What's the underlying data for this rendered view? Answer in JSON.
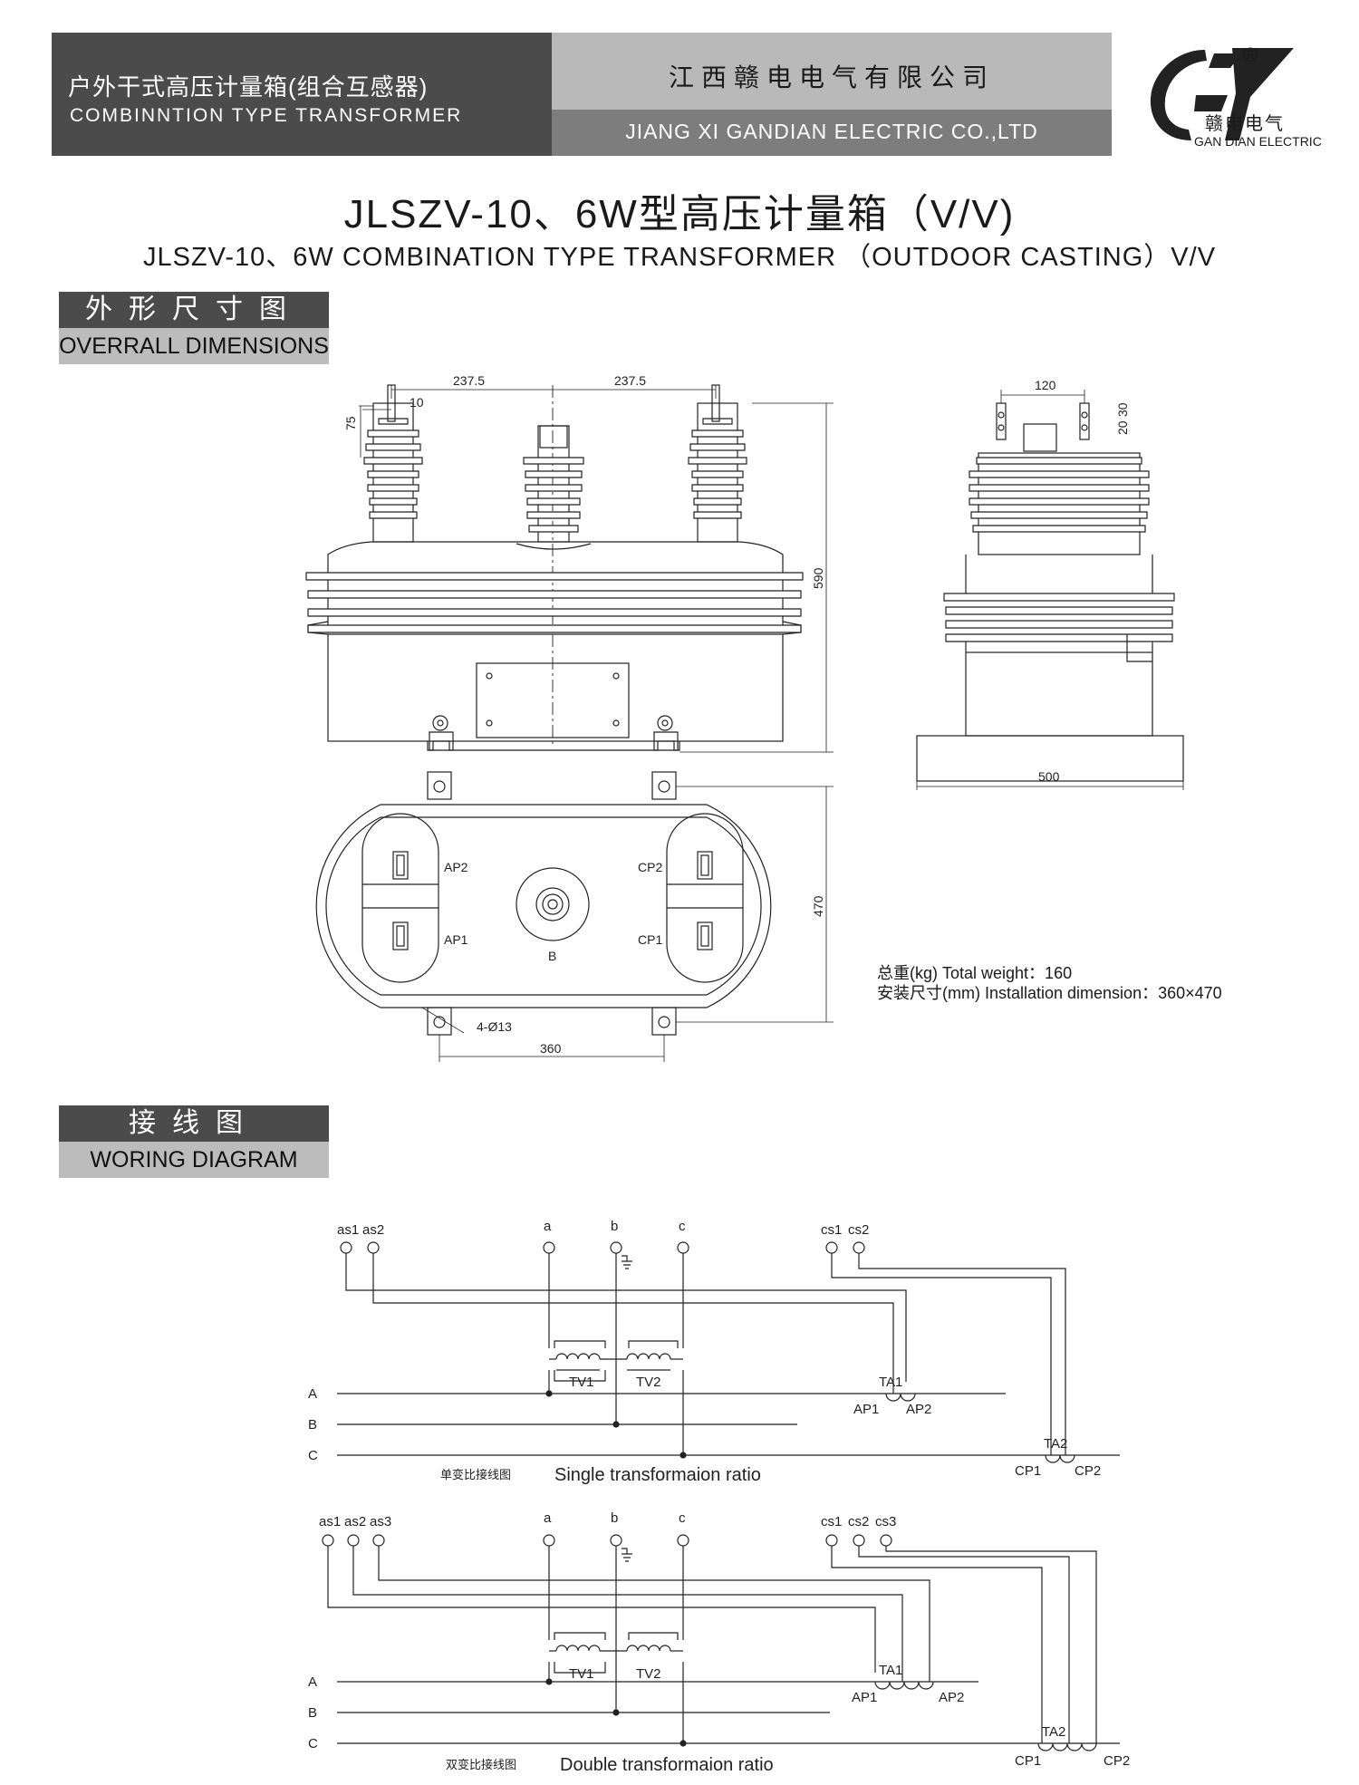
{
  "header": {
    "left_zh": "户外干式高压计量箱(组合互感器)",
    "left_en": "COMBINNTION TYPE TRANSFORMER",
    "company_zh": "江西赣电电气有限公司",
    "company_en": "JIANG XI GANDIAN ELECTRIC CO.,LTD",
    "logo_zh": "赣电电气",
    "logo_en": "GAN DIAN ELECTRIC",
    "logo_mark": "®"
  },
  "title": {
    "main": "JLSZV-10、6W型高压计量箱（V/V)",
    "sub": "JLSZV-10、6W COMBINATION TYPE TRANSFORMER （OUTDOOR CASTING）V/V"
  },
  "sections": {
    "dimensions_zh": "外形尺寸图",
    "dimensions_en": "OVERRALL DIMENSIONS",
    "wiring_zh": "接线图",
    "wiring_en": "WORING DIAGRAM"
  },
  "dimensions": {
    "d_237_left": "237.5",
    "d_237_right": "237.5",
    "d_10": "10",
    "d_75": "75",
    "d_590": "590",
    "d_120": "120",
    "d_30": "30",
    "d_20": "20",
    "d_500": "500",
    "d_470": "470",
    "d_360": "360",
    "hole": "4-Ø13",
    "ap2": "AP2",
    "ap1": "AP1",
    "cp2": "CP2",
    "cp1": "CP1",
    "b": "B"
  },
  "notes": {
    "weight": "总重(kg) Total weight：160",
    "install": "安装尺寸(mm) Installation dimension：360×470"
  },
  "wiring_single": {
    "terminals": [
      "as1",
      "as2",
      "a",
      "b",
      "c",
      "cs1",
      "cs2"
    ],
    "lines": [
      "A",
      "B",
      "C"
    ],
    "tv1": "TV1",
    "tv2": "TV2",
    "ta1": "TA1",
    "ta2": "TA2",
    "ap1": "AP1",
    "ap2": "AP2",
    "cp1": "CP1",
    "cp2": "CP2",
    "caption_zh": "单变比接线图",
    "caption_en": "Single transformaion ratio"
  },
  "wiring_double": {
    "terminals": [
      "as1",
      "as2",
      "as3",
      "a",
      "b",
      "c",
      "cs1",
      "cs2",
      "cs3"
    ],
    "lines": [
      "A",
      "B",
      "C"
    ],
    "tv1": "TV1",
    "tv2": "TV2",
    "ta1": "TA1",
    "ta2": "TA2",
    "ap1": "AP1",
    "ap2": "AP2",
    "cp1": "CP1",
    "cp2": "CP2",
    "caption_zh": "双变比接线图",
    "caption_en": "Double transformaion ratio"
  }
}
